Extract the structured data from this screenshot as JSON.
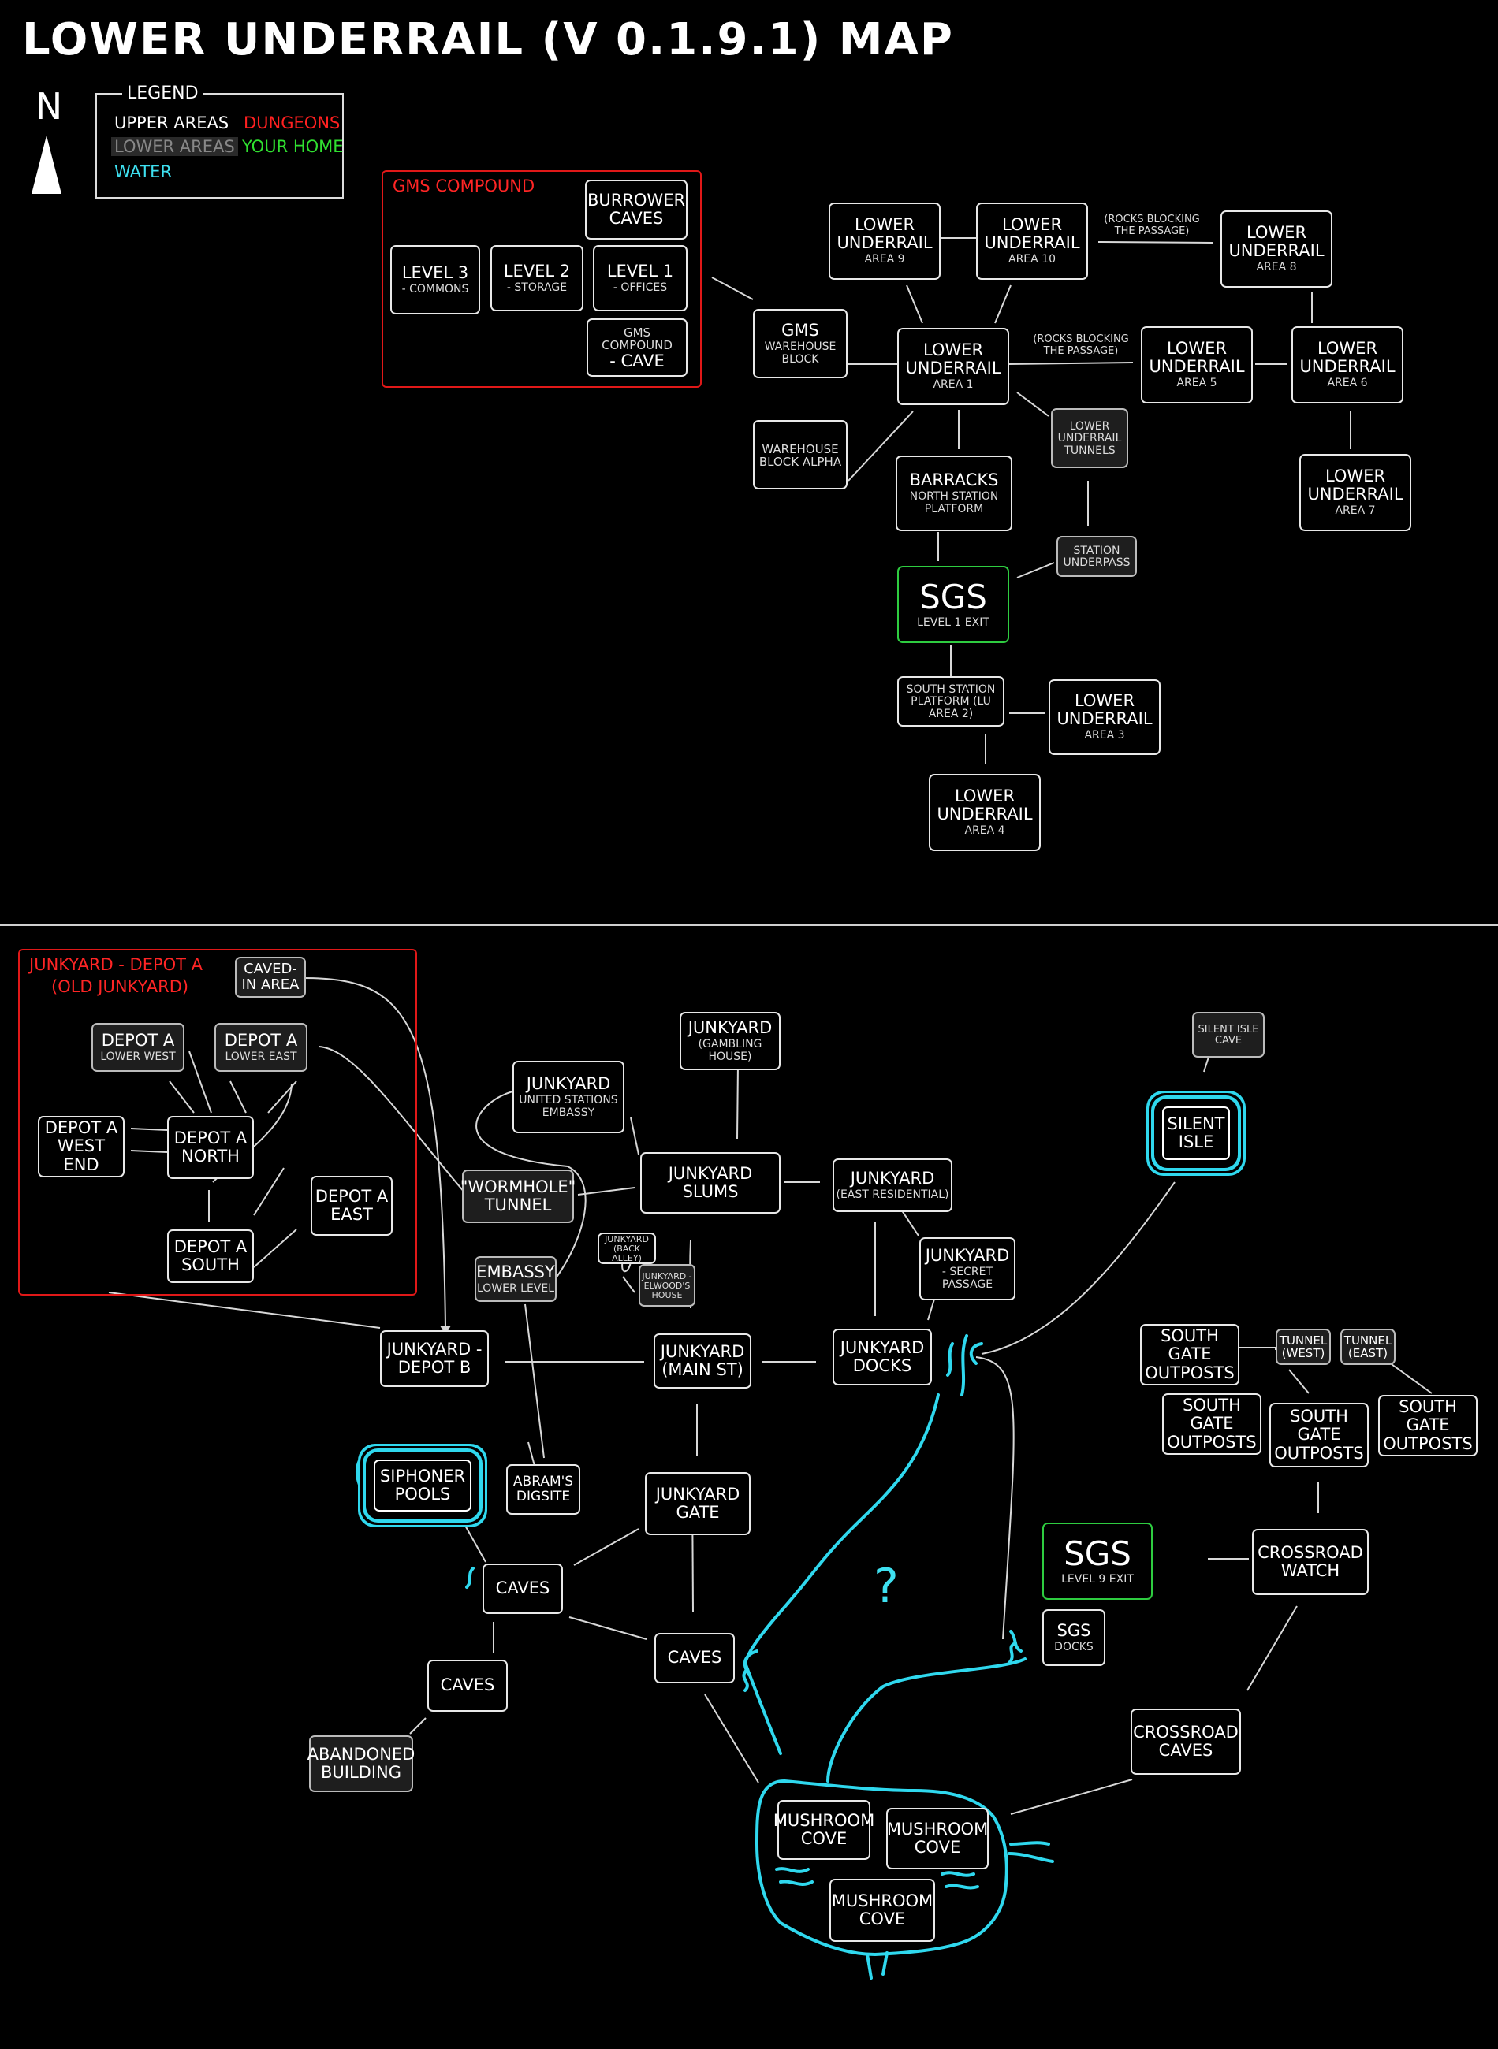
{
  "title": "LOWER UNDERRAIL (V 0.1.9.1) MAP",
  "compass": "N",
  "legend": {
    "title": "LEGEND",
    "upper": "UPPER AREAS",
    "lower": "LOWER AREAS",
    "water": "WATER",
    "dungeons": "DUNGEONS",
    "home": "YOUR HOME"
  },
  "colors": {
    "dungeon": "#e01818",
    "home": "#2ecc40",
    "water": "#2fd8ee",
    "lower": "#1e1e1e"
  },
  "groups": {
    "gms": "GMS COMPOUND",
    "junkyard1": "JUNKYARD - DEPOT A",
    "junkyard2": "(OLD JUNKYARD)"
  },
  "nodes": {
    "burrower": {
      "l": "BURROWER CAVES"
    },
    "level3": {
      "l": "LEVEL 3",
      "s": "- COMMONS"
    },
    "level2": {
      "l": "LEVEL 2",
      "s": "- STORAGE"
    },
    "level1": {
      "l": "LEVEL 1",
      "s": "- OFFICES"
    },
    "gmscave": {
      "l": "GMS COMPOUND",
      "s": "- CAVE"
    },
    "gmswarehouse": {
      "l": "GMS",
      "s": "WAREHOUSE BLOCK"
    },
    "whalpha": {
      "l": "",
      "s": "WAREHOUSE BLOCK ALPHA"
    },
    "lu9": {
      "l": "LOWER UNDERRAIL",
      "s": "AREA 9"
    },
    "lu10": {
      "l": "LOWER UNDERRAIL",
      "s": "AREA 10"
    },
    "lu8": {
      "l": "LOWER UNDERRAIL",
      "s": "AREA 8"
    },
    "lu1": {
      "l": "LOWER UNDERRAIL",
      "s": "AREA 1"
    },
    "lu5": {
      "l": "LOWER UNDERRAIL",
      "s": "AREA 5"
    },
    "lu6": {
      "l": "LOWER UNDERRAIL",
      "s": "AREA 6"
    },
    "lu7": {
      "l": "LOWER UNDERRAIL",
      "s": "AREA 7"
    },
    "lutunnels": {
      "l": "",
      "s": "LOWER UNDERRAIL TUNNELS"
    },
    "barracks": {
      "l": "BARRACKS",
      "s": "NORTH STATION PLATFORM"
    },
    "stationunder": {
      "l": "",
      "s": "STATION UNDERPASS"
    },
    "sgs1": {
      "l": "SGS",
      "s": "LEVEL 1 EXIT"
    },
    "southstation": {
      "l": "",
      "s": "SOUTH STATION PLATFORM (LU AREA 2)"
    },
    "lu3": {
      "l": "LOWER UNDERRAIL",
      "s": "AREA 3"
    },
    "lu4": {
      "l": "LOWER UNDERRAIL",
      "s": "AREA 4"
    },
    "cavedin": {
      "l": "CAVED-IN AREA"
    },
    "depotawest": {
      "l": "DEPOT A",
      "s": "LOWER WEST"
    },
    "depotaeast": {
      "l": "DEPOT A",
      "s": "LOWER EAST"
    },
    "depotawestend": {
      "l": "DEPOT A WEST END"
    },
    "depotanorth": {
      "l": "DEPOT A NORTH"
    },
    "depotaeast2": {
      "l": "DEPOT A EAST"
    },
    "depotasouth": {
      "l": "DEPOT A SOUTH"
    },
    "jyembassy": {
      "l": "JUNKYARD",
      "s": "UNITED STATIONS EMBASSY"
    },
    "jygambling": {
      "l": "JUNKYARD",
      "s": "(GAMBLING HOUSE)"
    },
    "silentcave": {
      "l": "",
      "s": "SILENT ISLE CAVE"
    },
    "silentisle": {
      "l": "SILENT ISLE"
    },
    "wormhole": {
      "l": "\"WORMHOLE\" TUNNEL"
    },
    "jyslums": {
      "l": "JUNKYARD SLUMS"
    },
    "jyeast": {
      "l": "JUNKYARD",
      "s": "(EAST RESIDENTIAL)"
    },
    "embassylower": {
      "l": "EMBASSY",
      "s": "LOWER LEVEL"
    },
    "jybackalley": {
      "l": "",
      "s": "JUNKYARD (BACK ALLEY)"
    },
    "jyelwood": {
      "l": "",
      "s": "JUNKYARD - ELWOOD'S HOUSE"
    },
    "jysecret": {
      "l": "JUNKYARD",
      "s": "- SECRET PASSAGE"
    },
    "jydepotb": {
      "l": "JUNKYARD - DEPOT B"
    },
    "jymain": {
      "l": "JUNKYARD (MAIN ST)"
    },
    "jydocks": {
      "l": "JUNKYARD DOCKS"
    },
    "sgo1": {
      "l": "SOUTH GATE OUTPOSTS"
    },
    "tunnelwest": {
      "l": "TUNNEL (WEST)"
    },
    "tunneleast": {
      "l": "TUNNEL (EAST)"
    },
    "sgo2": {
      "l": "SOUTH GATE OUTPOSTS"
    },
    "sgo3": {
      "l": "SOUTH GATE OUTPOSTS"
    },
    "sgo4": {
      "l": "SOUTH GATE OUTPOSTS"
    },
    "siphoner": {
      "l": "SIPHONER POOLS"
    },
    "abrams": {
      "l": "ABRAM'S DIGSITE"
    },
    "jygate": {
      "l": "JUNKYARD GATE"
    },
    "caves1": {
      "l": "CAVES"
    },
    "caves2": {
      "l": "CAVES"
    },
    "caves3": {
      "l": "CAVES"
    },
    "sgs9": {
      "l": "SGS",
      "s": "LEVEL 9 EXIT"
    },
    "crosswatch": {
      "l": "CROSSROAD WATCH"
    },
    "sgsdocks": {
      "l": "SGS",
      "s": "DOCKS"
    },
    "abandoned": {
      "l": "ABANDONED BUILDING"
    },
    "crosscaves": {
      "l": "CROSSROAD CAVES"
    },
    "mush1": {
      "l": "MUSHROOM COVE"
    },
    "mush2": {
      "l": "MUSHROOM COVE"
    },
    "mush3": {
      "l": "MUSHROOM COVE"
    }
  },
  "notes": {
    "rocks1": "(ROCKS BLOCKING THE PASSAGE)",
    "rocks2": "(ROCKS BLOCKING THE PASSAGE)"
  },
  "unknown": "?"
}
